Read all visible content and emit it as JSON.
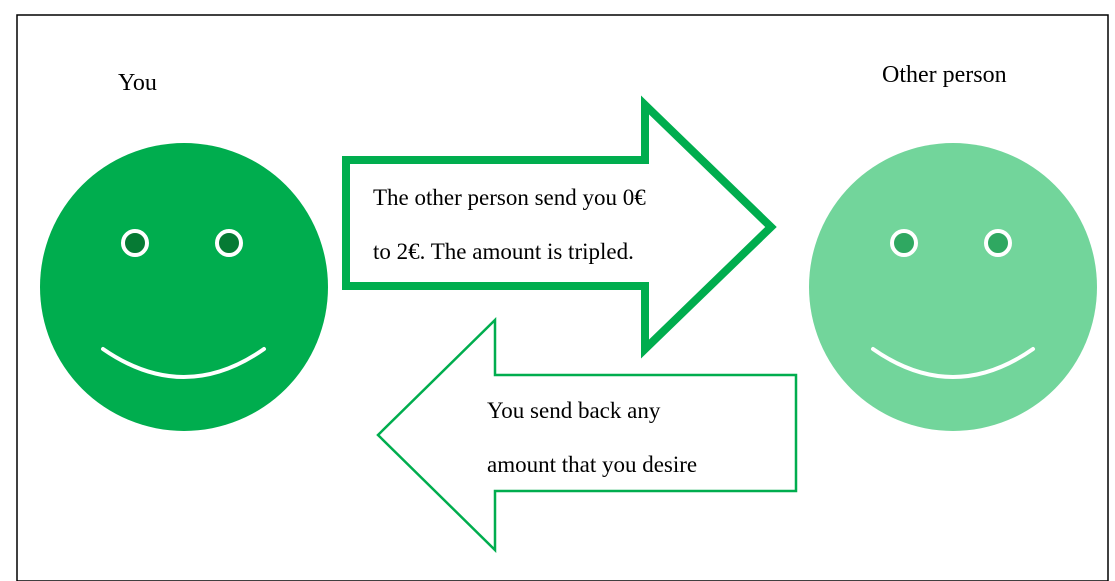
{
  "labels": {
    "you": "You",
    "other_person": "Other person"
  },
  "arrows": {
    "to_other": {
      "line1": "The other person send you 0€",
      "line2": "to 2€. The amount is tripled."
    },
    "to_you": {
      "line1": "You send back any",
      "line2": "amount that you desire"
    }
  },
  "colors": {
    "you_face": "#00ad4e",
    "you_eye_fill": "#067a34",
    "other_face": "#72d59b",
    "other_eye_fill": "#2fa861",
    "arrow_stroke": "#00ad4e",
    "border": "#000000"
  }
}
